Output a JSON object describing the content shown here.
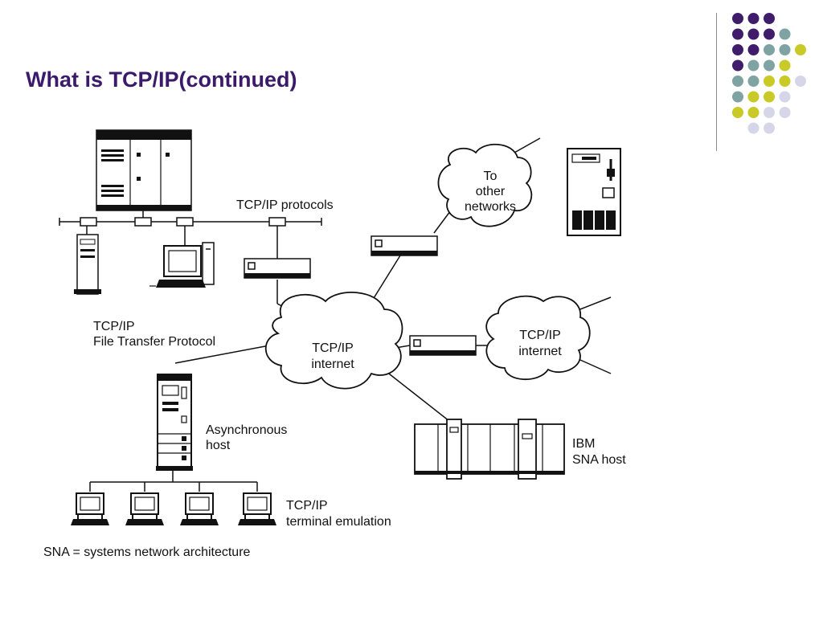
{
  "slide": {
    "title": "What is TCP/IP(continued)"
  },
  "colors": {
    "title": "#3b1a6b",
    "dot_purple": "#3f1d6b",
    "dot_teal": "#7fa3a3",
    "dot_olive": "#c9c928",
    "dot_lavender": "#d6d6e8",
    "divider": "#8a8a8a",
    "ink": "#111111"
  },
  "decoration": {
    "dot_rows": [
      [
        "purple",
        "purple",
        "purple"
      ],
      [
        "purple",
        "purple",
        "purple",
        "teal"
      ],
      [
        "purple",
        "purple",
        "teal",
        "teal",
        "olive"
      ],
      [
        "purple",
        "teal",
        "teal",
        "olive"
      ],
      [
        "teal",
        "teal",
        "olive",
        "olive",
        "lavender"
      ],
      [
        "teal",
        "olive",
        "olive",
        "lavender"
      ],
      [
        "olive",
        "olive",
        "lavender",
        "lavender"
      ],
      [
        "lavender",
        "lavender"
      ]
    ]
  },
  "diagram": {
    "labels": {
      "tcpip_protocols": "TCP/IP protocols",
      "ftp_line1": "TCP/IP",
      "ftp_line2": "File Transfer Protocol",
      "cloud_main_line1": "TCP/IP",
      "cloud_main_line2": "internet",
      "cloud_right_line1": "TCP/IP",
      "cloud_right_line2": "internet",
      "cloud_other_line1": "To",
      "cloud_other_line2": "other",
      "cloud_other_line3": "networks",
      "async_line1": "Asynchronous",
      "async_line2": "host",
      "ibm_line1": "IBM",
      "ibm_line2": "SNA host",
      "term_line1": "TCP/IP",
      "term_line2": "terminal emulation",
      "footnote": "SNA = systems network architecture"
    }
  }
}
